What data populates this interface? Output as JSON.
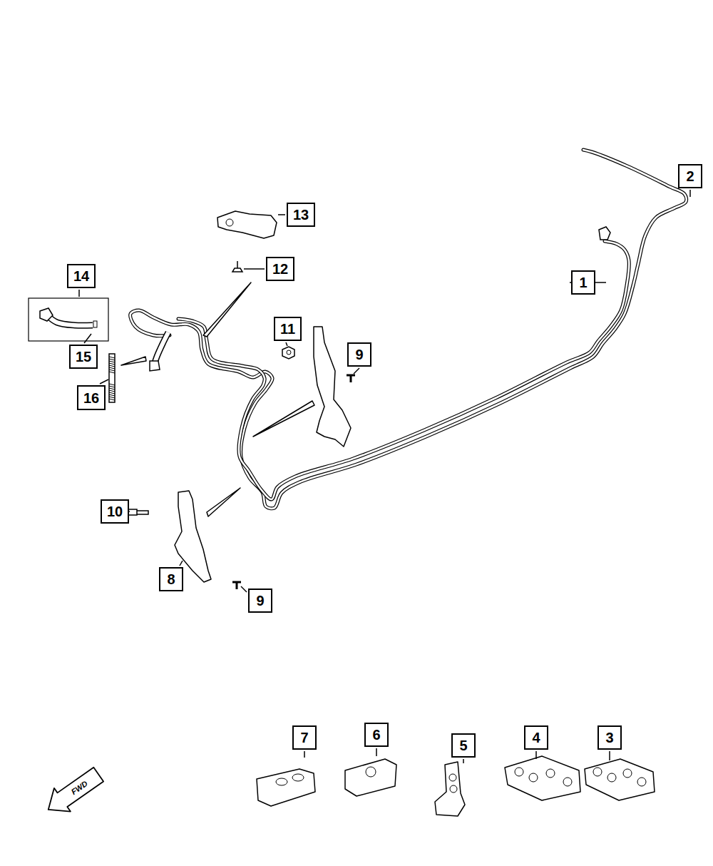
{
  "diagram": {
    "labels": [
      "2",
      "13",
      "1",
      "12",
      "14",
      "11",
      "9",
      "15",
      "16",
      "10",
      "8",
      "9",
      "7",
      "6",
      "5",
      "4",
      "3",
      "FWD"
    ]
  }
}
